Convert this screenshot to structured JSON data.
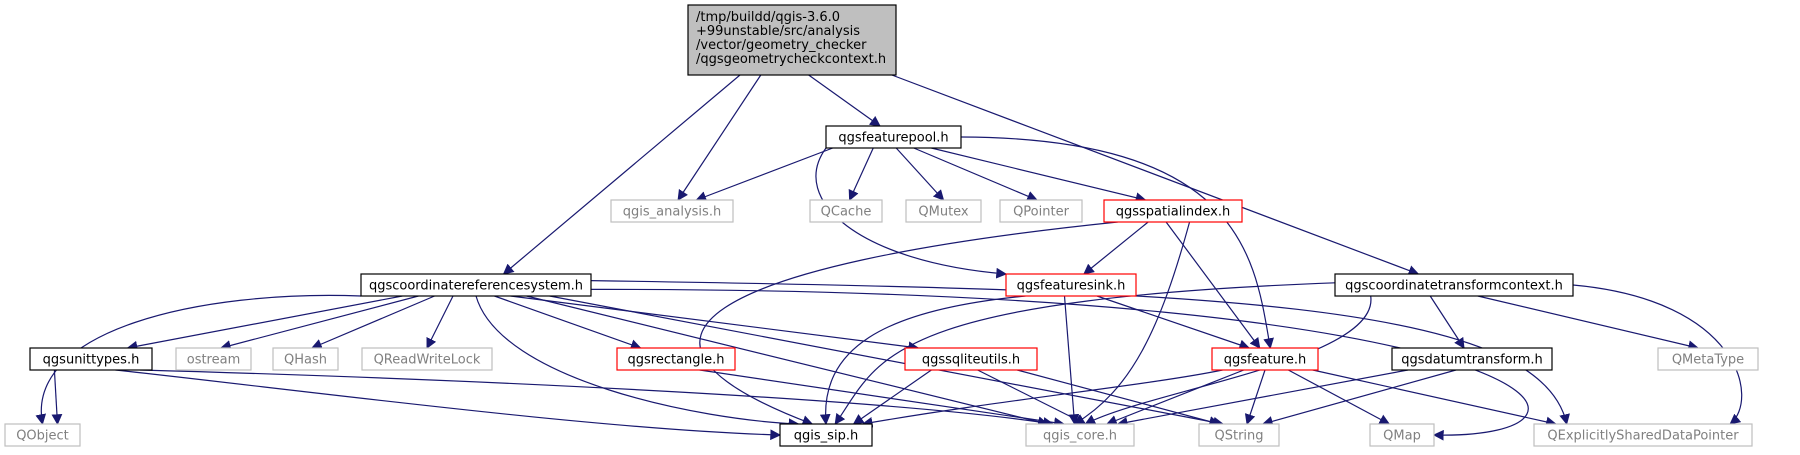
{
  "graph": {
    "root": {
      "id": "root",
      "lines": [
        "/tmp/buildd/qgis-3.6.0",
        "+99unstable/src/analysis",
        "/vector/geometry_checker",
        "/qgsgeometrycheckcontext.h"
      ],
      "style": "root"
    },
    "nodes": [
      {
        "id": "featurepool",
        "label": "qgsfeaturepool.h",
        "style": "black"
      },
      {
        "id": "qgis_analysis",
        "label": "qgis_analysis.h",
        "style": "gray"
      },
      {
        "id": "qcache",
        "label": "QCache",
        "style": "gray"
      },
      {
        "id": "qmutex",
        "label": "QMutex",
        "style": "gray"
      },
      {
        "id": "qpointer",
        "label": "QPointer",
        "style": "gray"
      },
      {
        "id": "spatialindex",
        "label": "qgsspatialindex.h",
        "style": "red"
      },
      {
        "id": "crs",
        "label": "qgscoordinatereferencesystem.h",
        "style": "black"
      },
      {
        "id": "featuresink",
        "label": "qgsfeaturesink.h",
        "style": "red"
      },
      {
        "id": "ctc",
        "label": "qgscoordinatetransformcontext.h",
        "style": "black"
      },
      {
        "id": "unittypes",
        "label": "qgsunittypes.h",
        "style": "black"
      },
      {
        "id": "ostream",
        "label": "ostream",
        "style": "gray"
      },
      {
        "id": "qhash",
        "label": "QHash",
        "style": "gray"
      },
      {
        "id": "qrwlock",
        "label": "QReadWriteLock",
        "style": "gray"
      },
      {
        "id": "rectangle",
        "label": "qgsrectangle.h",
        "style": "red"
      },
      {
        "id": "sqliteutils",
        "label": "qgssqliteutils.h",
        "style": "red"
      },
      {
        "id": "feature",
        "label": "qgsfeature.h",
        "style": "red"
      },
      {
        "id": "datumtransform",
        "label": "qgsdatumtransform.h",
        "style": "black"
      },
      {
        "id": "qmetatype",
        "label": "QMetaType",
        "style": "gray"
      },
      {
        "id": "qobject",
        "label": "QObject",
        "style": "gray"
      },
      {
        "id": "qgis_sip",
        "label": "qgis_sip.h",
        "style": "black"
      },
      {
        "id": "qgis_core",
        "label": "qgis_core.h",
        "style": "gray"
      },
      {
        "id": "qstring",
        "label": "QString",
        "style": "gray"
      },
      {
        "id": "qmap",
        "label": "QMap",
        "style": "gray"
      },
      {
        "id": "qesdp",
        "label": "QExplicitlySharedDataPointer",
        "style": "gray"
      }
    ],
    "colors": {
      "edge": "#191970",
      "root_fill": "#bfbfbf",
      "black_border": "#000000",
      "red_border": "#ff0000",
      "gray_border": "#bfbfbf",
      "gray_text": "#808080",
      "text": "#000000"
    }
  }
}
